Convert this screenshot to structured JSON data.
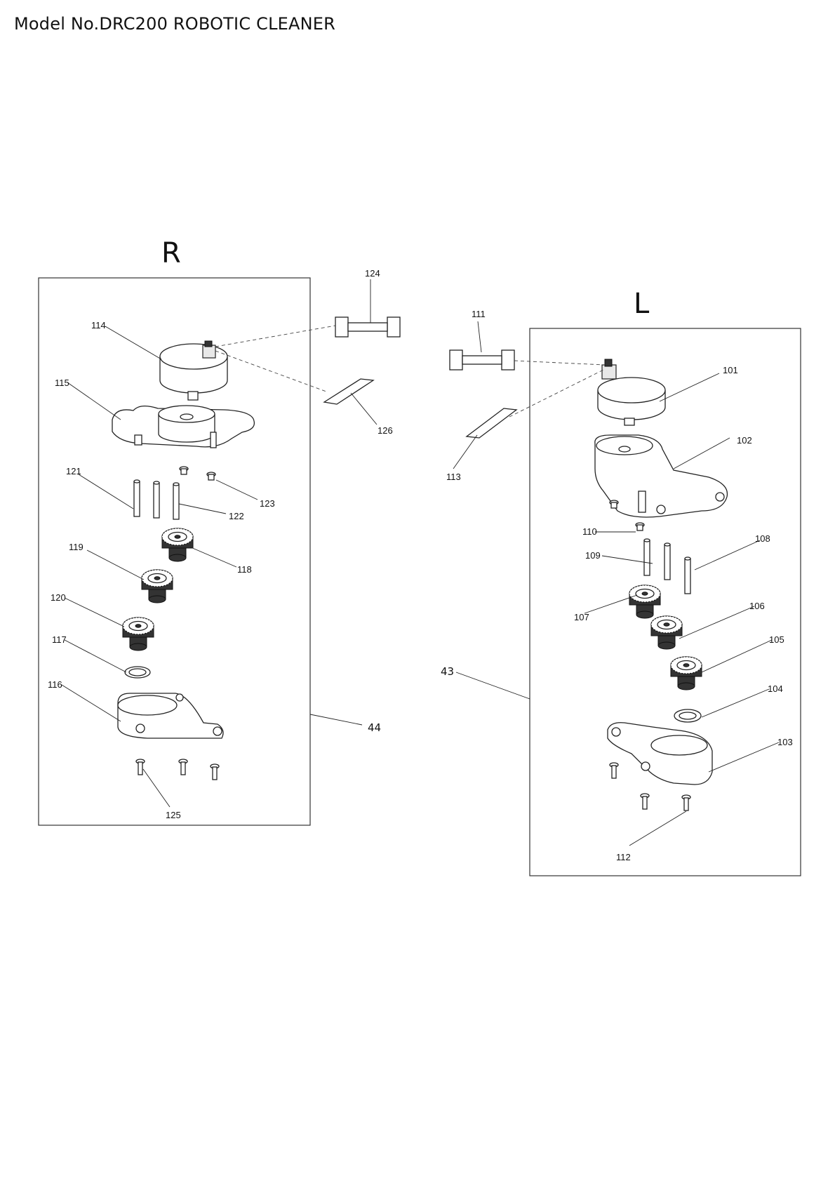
{
  "page": {
    "title": "Model No.DRC200 ROBOTIC CLEANER"
  },
  "sections": {
    "right": {
      "label": "R",
      "assembly": "44"
    },
    "left": {
      "label": "L",
      "assembly": "43"
    }
  },
  "parts": {
    "p101": "101",
    "p102": "102",
    "p103": "103",
    "p104": "104",
    "p105": "105",
    "p106": "106",
    "p107": "107",
    "p108": "108",
    "p109": "109",
    "p110": "110",
    "p111": "111",
    "p112": "112",
    "p113": "113",
    "p114": "114",
    "p115": "115",
    "p116": "116",
    "p117": "117",
    "p118": "118",
    "p119": "119",
    "p120": "120",
    "p121": "121",
    "p122": "122",
    "p123": "123",
    "p124": "124",
    "p125": "125",
    "p126": "126"
  }
}
